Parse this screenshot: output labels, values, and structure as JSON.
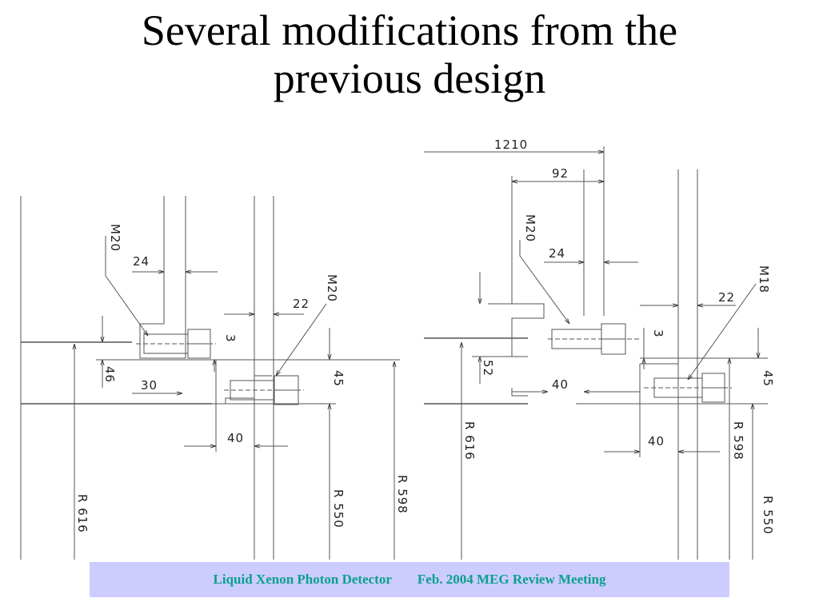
{
  "title": {
    "line1": "Several modifications from the",
    "line2": "previous design"
  },
  "left_drawing": {
    "labels": {
      "m20_a": "M20",
      "d24": "24",
      "m20_b": "M20",
      "d22": "22",
      "d3": "3",
      "d46": "46",
      "d30": "30",
      "d45": "45",
      "d40": "40",
      "r616": "R 616",
      "r550": "R 550",
      "r598": "R 598"
    }
  },
  "right_drawing": {
    "labels": {
      "d1210": "1210",
      "d92": "92",
      "m20": "M20",
      "d24": "24",
      "m18": "M18",
      "d22": "22",
      "d3": "3",
      "d52": "52",
      "d40a": "40",
      "d45": "45",
      "d40b": "40",
      "r616": "R 616",
      "r598": "R 598",
      "r550": "R 550"
    }
  },
  "footer": {
    "left": "Liquid Xenon Photon Detector",
    "right": "Feb. 2004 MEG Review Meeting"
  }
}
